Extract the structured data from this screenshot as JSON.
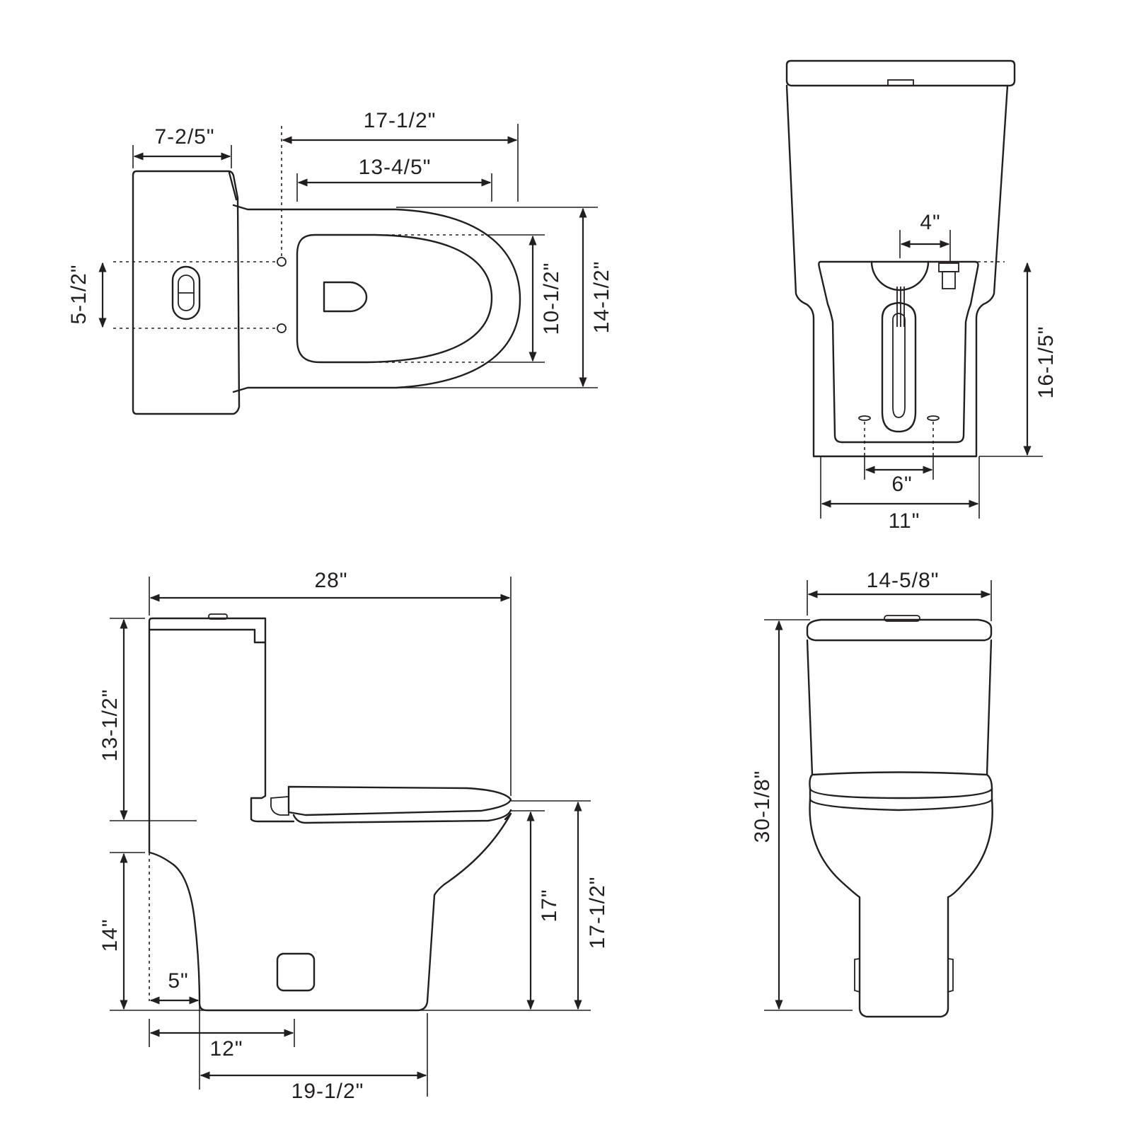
{
  "colors": {
    "line": "#231f20",
    "background": "#ffffff"
  },
  "views": {
    "top": {
      "dims": {
        "tank_depth": "7-2/5\"",
        "overall_depth": "17-1/2\"",
        "seat_opening": "13-4/5\"",
        "bolt_spacing": "5-1/2\"",
        "seat_width": "10-1/2\"",
        "bowl_width": "14-1/2\""
      }
    },
    "back": {
      "dims": {
        "inlet_offset": "4\"",
        "bolt_span": "6\"",
        "base_width": "11\"",
        "base_height": "16-1/5\""
      }
    },
    "side": {
      "dims": {
        "overall_length": "28\"",
        "tank_height": "13-1/2\"",
        "inlet_height": "14\"",
        "inlet_offset": "5\"",
        "rough_in": "12\"",
        "base_length": "19-1/2\"",
        "bowl_height": "17\"",
        "seat_height": "17-1/2\""
      }
    },
    "front": {
      "dims": {
        "tank_width": "14-5/8\"",
        "overall_height": "30-1/8\""
      }
    }
  }
}
